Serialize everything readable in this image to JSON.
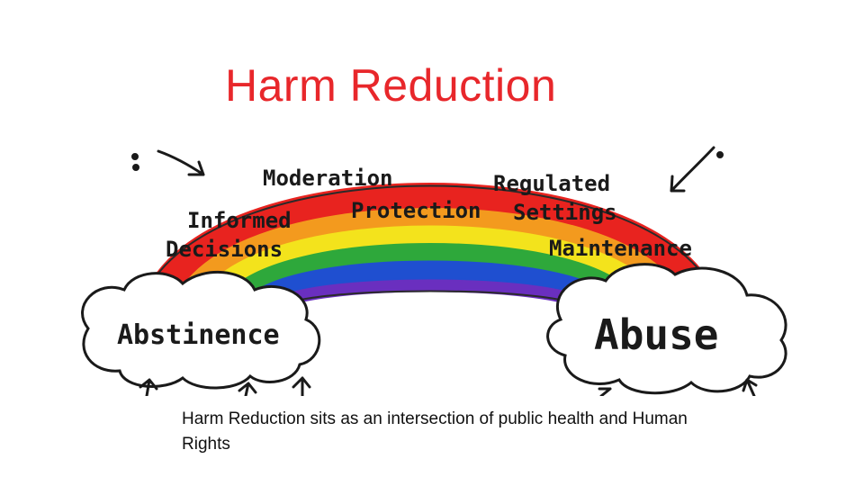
{
  "title": "Harm Reduction",
  "caption": "Harm Reduction sits as an intersection of public health and Human Rights",
  "diagram": {
    "left_pole": "Abstinence",
    "right_pole": "Abuse",
    "labels": {
      "moderation": "Moderation",
      "informed": "Informed",
      "decisions": "Decisions",
      "protection": "Protection",
      "regulated": "Regulated",
      "settings": "Settings",
      "maintenance": "Maintenance"
    },
    "colors": [
      "#e8231f",
      "#f39a1e",
      "#f3e31c",
      "#2ea83b",
      "#1f4fd0",
      "#6a2fbf"
    ]
  }
}
